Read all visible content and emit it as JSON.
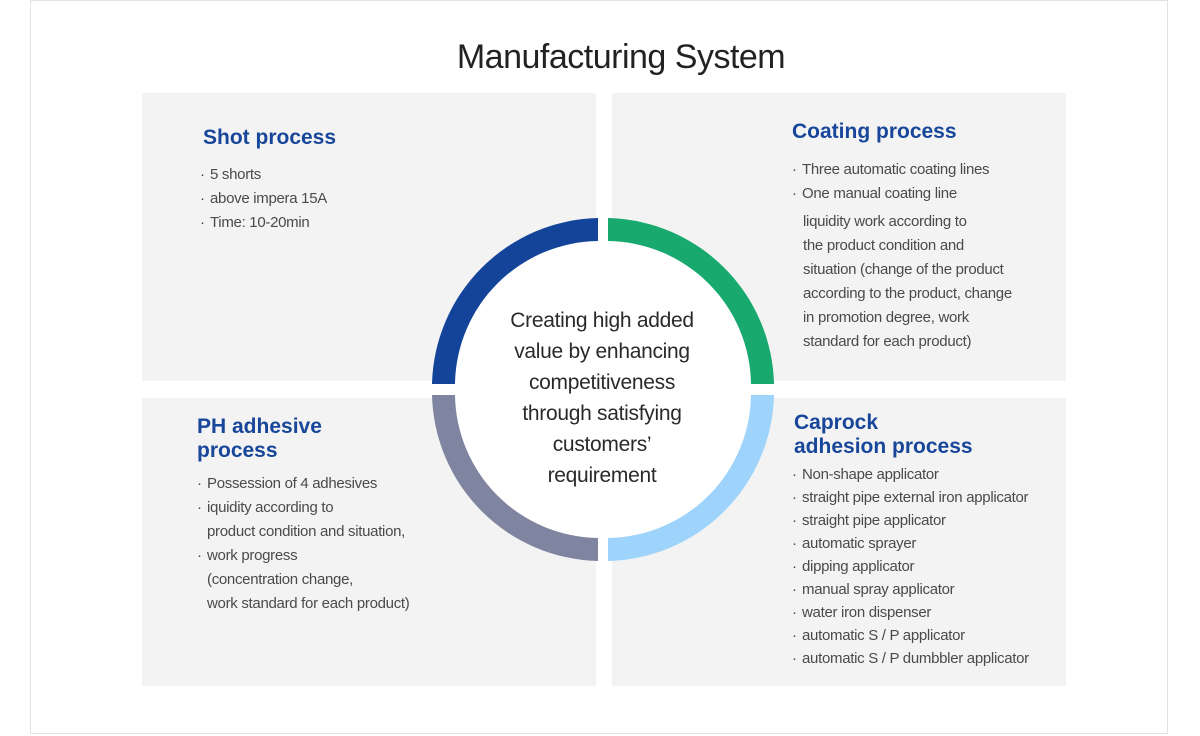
{
  "title": "Manufacturing System",
  "center": {
    "lines": [
      "Creating high added",
      "value by enhancing",
      "competitiveness",
      "through satisfying",
      "customers’",
      "requirement"
    ]
  },
  "colors": {
    "shot": "#13449a",
    "coating": "#18a96f",
    "ph": "#7f84a0",
    "caprock": "#9ed4fb",
    "title_blue": "#17469a",
    "panel_bg": "#f3f3f3"
  },
  "panels": {
    "shot": {
      "title": "Shot process",
      "items": [
        "5 shorts",
        "above impera 15A",
        "Time: 10-20min"
      ]
    },
    "coating": {
      "title": "Coating process",
      "items": [
        "Three automatic coating lines",
        "One manual coating line"
      ],
      "note_lines": [
        "liquidity work according to",
        "the product condition and",
        "situation (change of the product",
        "according to the product, change",
        "in promotion degree, work",
        "standard for each product)"
      ]
    },
    "ph": {
      "title_lines": [
        "PH adhesive",
        "process"
      ],
      "items": [
        {
          "lines": [
            "Possession of 4 adhesives"
          ]
        },
        {
          "lines": [
            "iquidity according to",
            "product condition and situation,"
          ]
        },
        {
          "lines": [
            "work progress",
            "(concentration change,",
            "work standard for each product)"
          ]
        }
      ]
    },
    "caprock": {
      "title_lines": [
        "Caprock",
        "adhesion process"
      ],
      "items": [
        "Non-shape applicator",
        "straight pipe external iron applicator",
        "straight pipe applicator",
        "automatic sprayer",
        "dipping applicator",
        "manual spray applicator",
        "water iron dispenser",
        "automatic S / P applicator",
        "automatic S / P dumbbler applicator"
      ]
    }
  }
}
